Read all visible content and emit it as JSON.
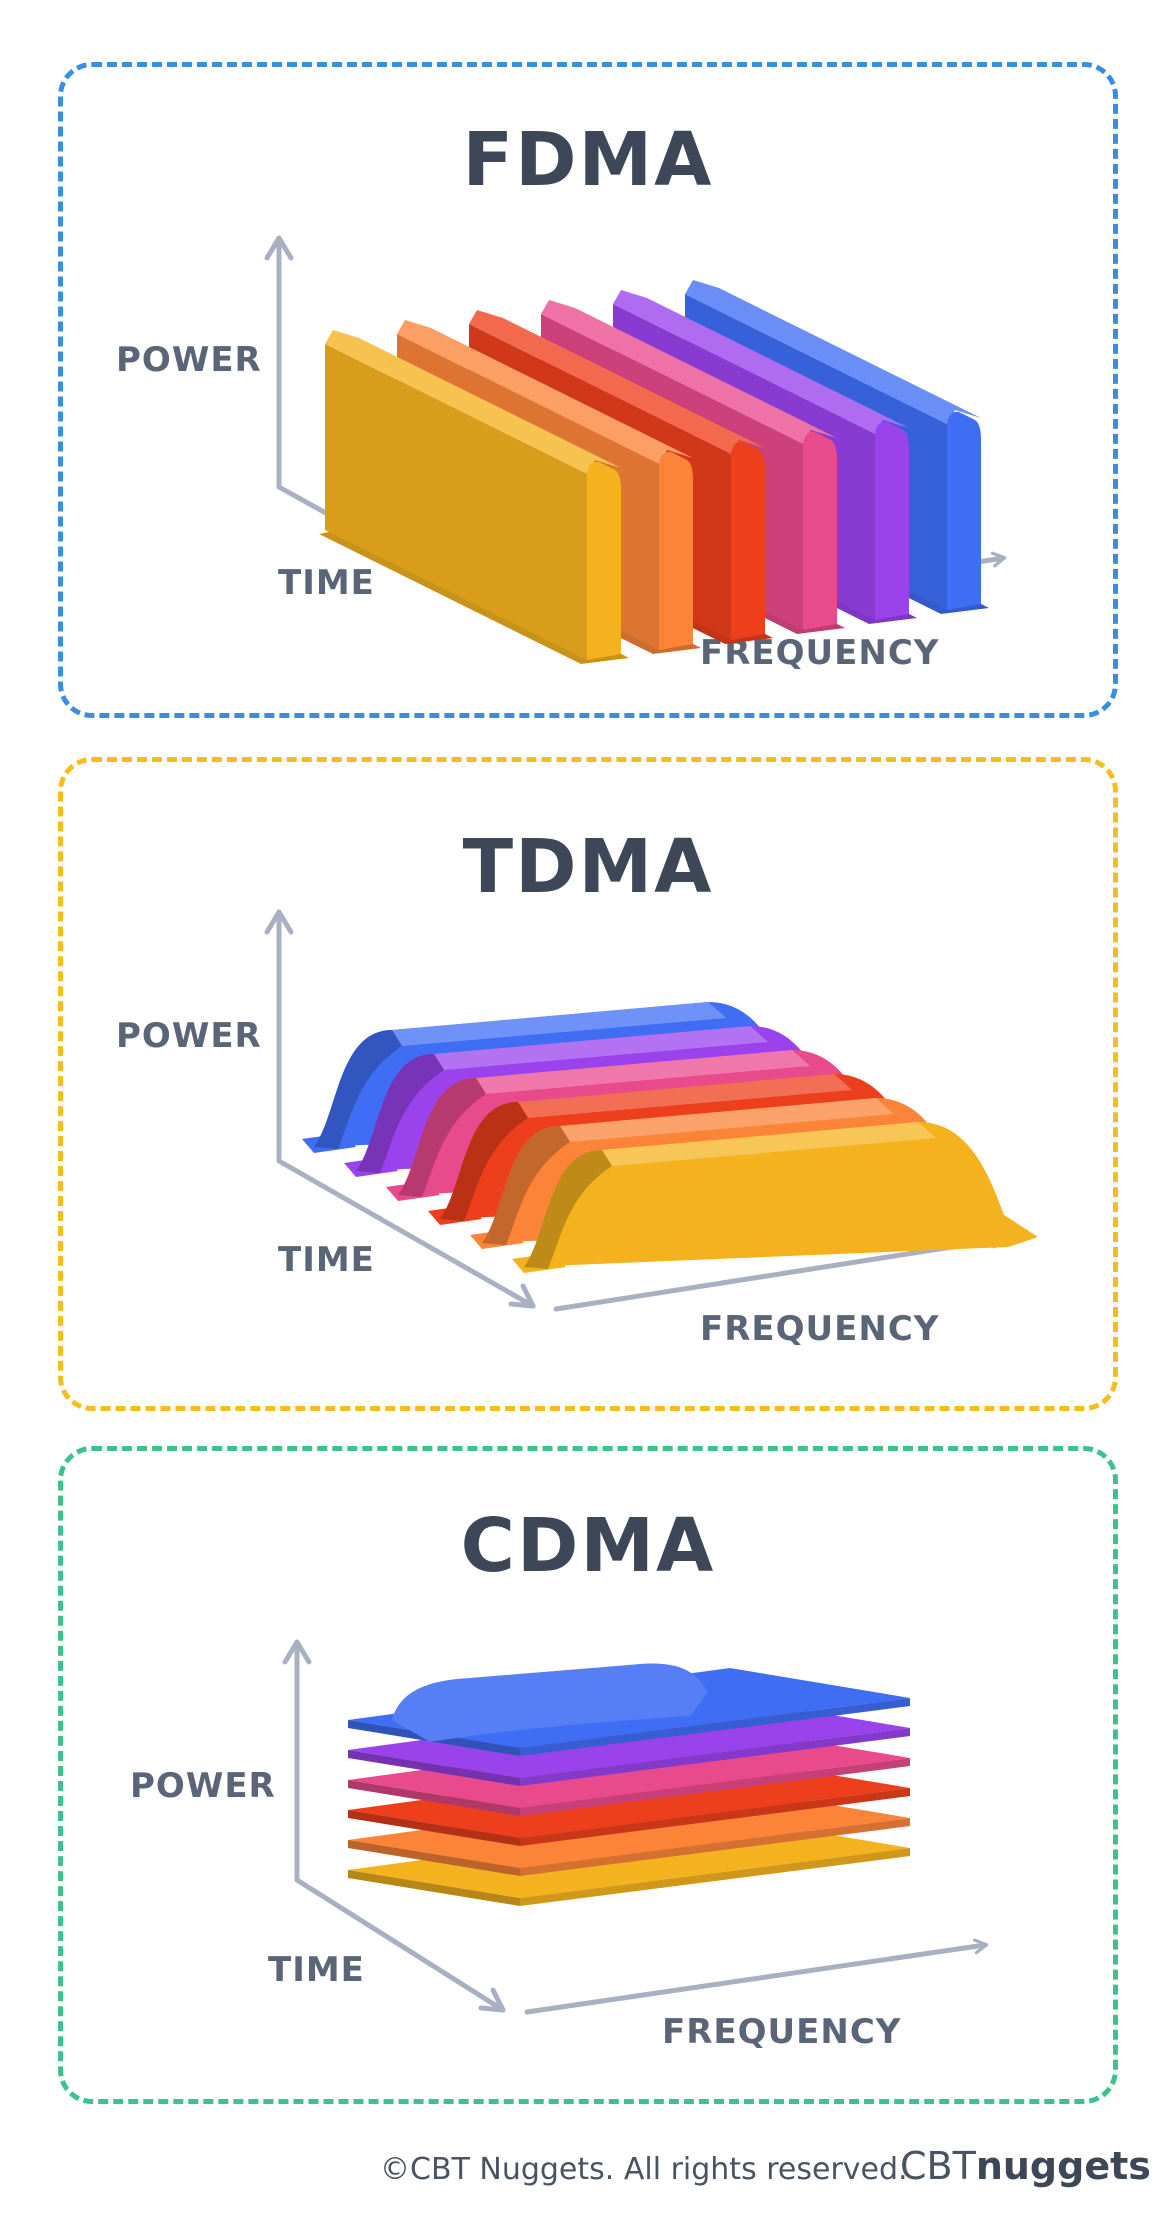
{
  "panels": [
    {
      "title": "FDMA",
      "border_color": "#3a8ee0",
      "power_label": "POWER",
      "time_label": "TIME",
      "frequency_label": "FREQUENCY"
    },
    {
      "title": "TDMA",
      "border_color": "#f5bd1f",
      "power_label": "POWER",
      "time_label": "TIME",
      "frequency_label": "FREQUENCY"
    },
    {
      "title": "CDMA",
      "border_color": "#3cc28a",
      "power_label": "POWER",
      "time_label": "TIME",
      "frequency_label": "FREQUENCY"
    }
  ],
  "channel_colors": [
    "#f5b21f",
    "#fb8439",
    "#ee3f1c",
    "#e94a8c",
    "#9a43ec",
    "#3f6ef5"
  ],
  "axis_color": "#a9b0c1",
  "footer": {
    "copyright": "©CBT Nuggets. All rights reserved.",
    "logo_prefix": "CBT",
    "logo_word": "nuggets"
  }
}
